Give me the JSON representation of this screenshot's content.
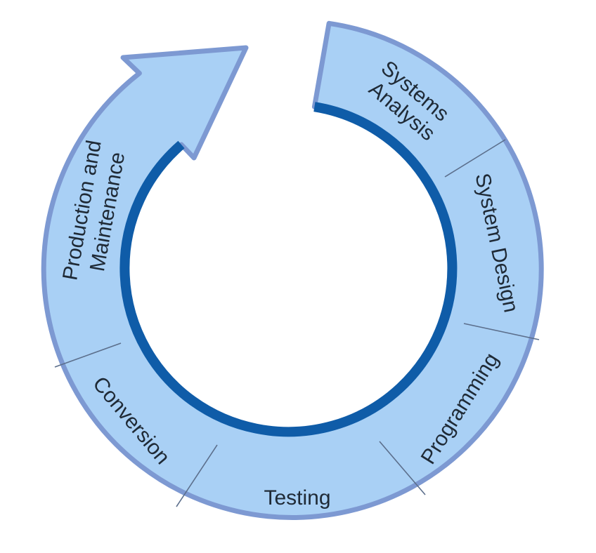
{
  "diagram": {
    "type": "cycle",
    "colors": {
      "fill": "#a9d0f5",
      "outline": "#7d99d2",
      "inner_edge": "#0f5ca8",
      "divider": "#5c6f8c",
      "text": "#1f2a36"
    },
    "stages": [
      {
        "id": "systems-analysis",
        "lines": [
          "Systems",
          "Analysis"
        ]
      },
      {
        "id": "system-design",
        "lines": [
          "System Design"
        ]
      },
      {
        "id": "programming",
        "lines": [
          "Programming"
        ]
      },
      {
        "id": "testing",
        "lines": [
          "Testing"
        ]
      },
      {
        "id": "conversion",
        "lines": [
          "Conversion"
        ]
      },
      {
        "id": "production-and-maintenance",
        "lines": [
          "Production and",
          "Maintenance"
        ]
      }
    ]
  }
}
